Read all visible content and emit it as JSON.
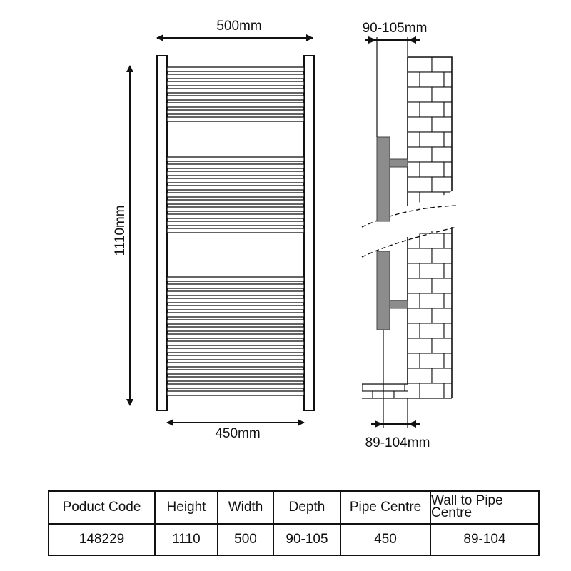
{
  "dimensions": {
    "overall_width": "500mm",
    "overall_height": "1110mm",
    "pipe_centre": "450mm",
    "depth": "90-105mm",
    "wall_to_pipe_centre": "89-104mm"
  },
  "table": {
    "headers": [
      "Poduct Code",
      "Height",
      "Width",
      "Depth",
      "Pipe Centre",
      "Wall to Pipe Centre"
    ],
    "row": [
      "148229",
      "1110",
      "500",
      "90-105",
      "450",
      "89-104"
    ]
  },
  "colors": {
    "line": "#111111",
    "pipe_grey": "#8c8c8c"
  }
}
